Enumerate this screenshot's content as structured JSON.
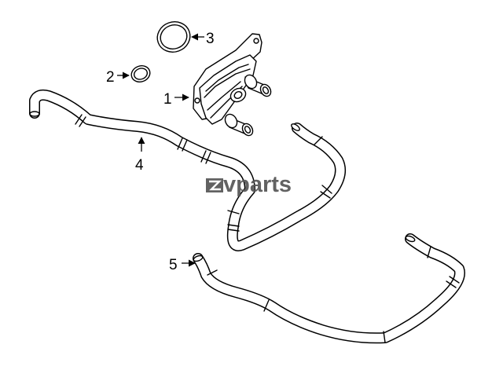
{
  "callouts": [
    {
      "id": "1",
      "label": "1"
    },
    {
      "id": "2",
      "label": "2"
    },
    {
      "id": "3",
      "label": "3"
    },
    {
      "id": "4",
      "label": "4"
    },
    {
      "id": "5",
      "label": "5"
    }
  ],
  "watermark": {
    "text": "vparts",
    "logo_mark": "ez-logo-icon",
    "color": "#555555"
  },
  "colors": {
    "line": "#000000",
    "background": "#ffffff"
  }
}
